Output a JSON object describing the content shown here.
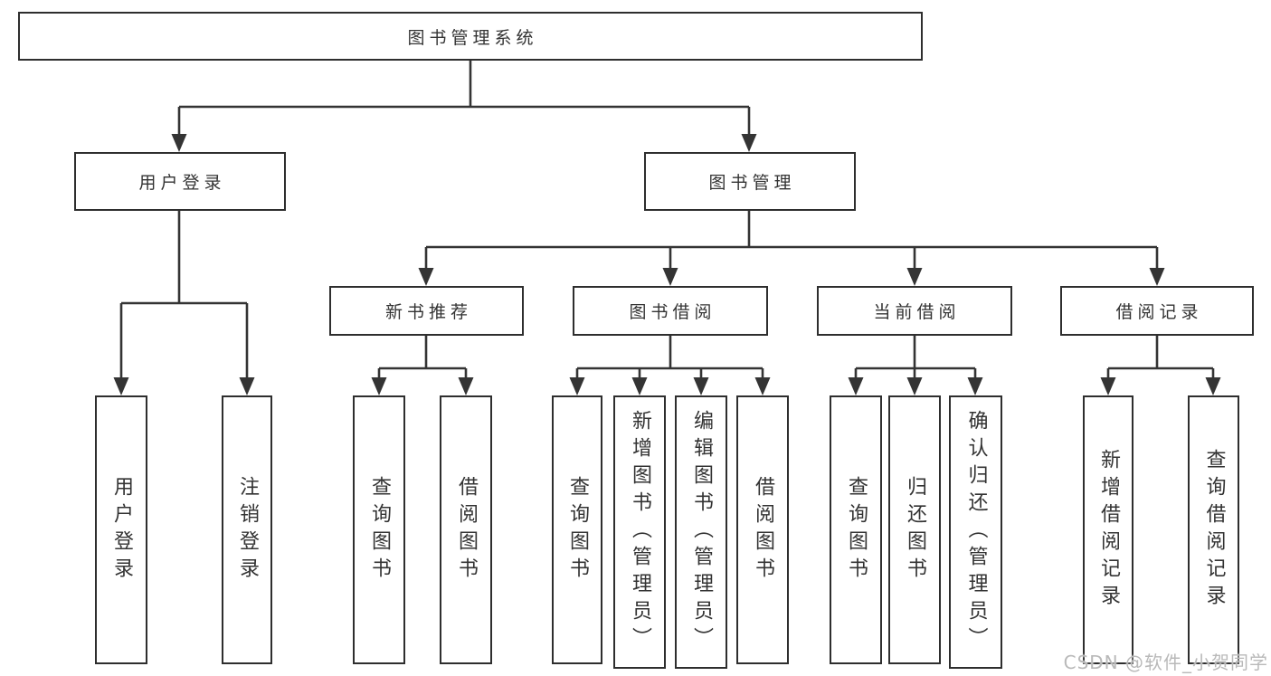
{
  "tree": {
    "label": "图书管理系统",
    "children": [
      {
        "label": "用户登录",
        "children": [
          {
            "label": "用户登录"
          },
          {
            "label": "注销登录"
          }
        ]
      },
      {
        "label": "图书管理",
        "children": [
          {
            "label": "新书推荐",
            "children": [
              {
                "label": "查询图书"
              },
              {
                "label": "借阅图书"
              }
            ]
          },
          {
            "label": "图书借阅",
            "children": [
              {
                "label": "查询图书"
              },
              {
                "label": "新增图书（管理员）"
              },
              {
                "label": "编辑图书（管理员）"
              },
              {
                "label": "借阅图书"
              }
            ]
          },
          {
            "label": "当前借阅",
            "children": [
              {
                "label": "查询图书"
              },
              {
                "label": "归还图书"
              },
              {
                "label": "确认归还（管理员）"
              }
            ]
          },
          {
            "label": "借阅记录",
            "children": [
              {
                "label": "新增借阅记录"
              },
              {
                "label": "查询借阅记录"
              }
            ]
          }
        ]
      }
    ]
  },
  "watermark": {
    "text": "CSDN @软件_小贺同学"
  },
  "colors": {
    "line": "#343434",
    "box_border": "#2e2e2e",
    "text": "#333333",
    "watermark": "#b9b9b9",
    "background": "#ffffff"
  }
}
